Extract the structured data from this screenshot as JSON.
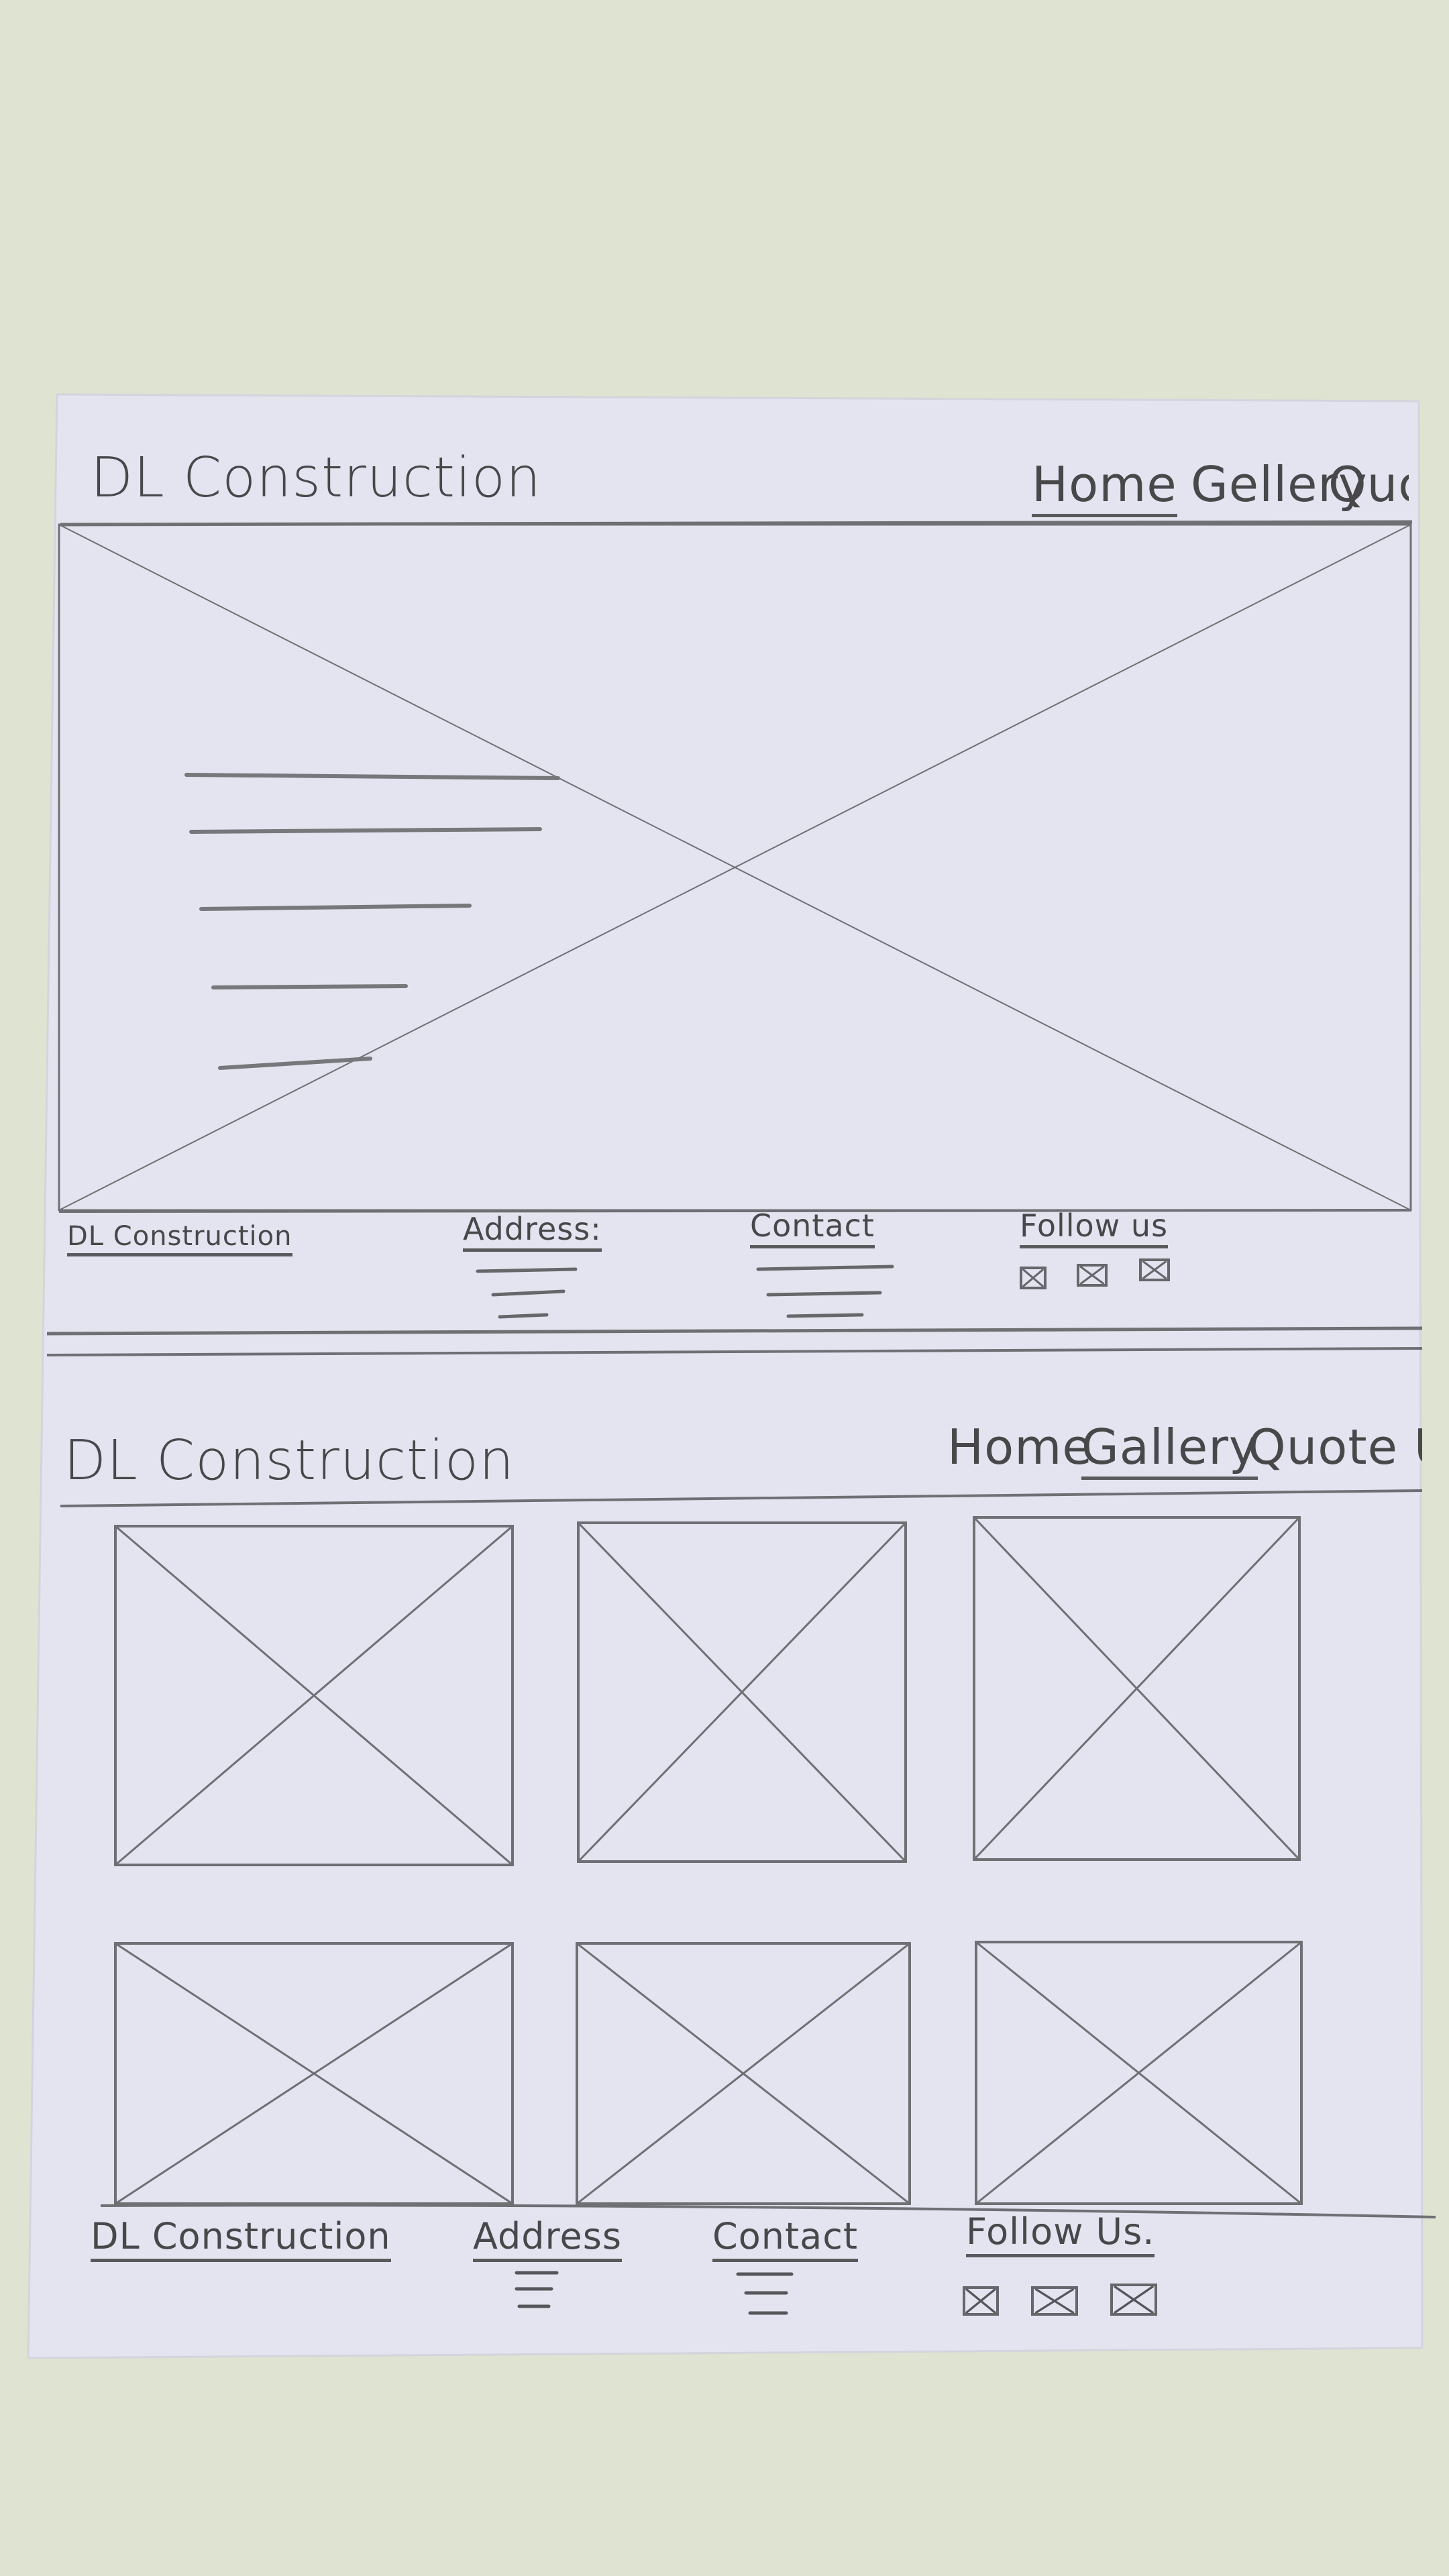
{
  "page1": {
    "header": {
      "brand": "DL Construction",
      "nav": [
        "Home",
        "Gellery",
        "Quot"
      ]
    },
    "footer": {
      "brand": "DL Construction",
      "address_label": "Address:",
      "contact_label": "Contact",
      "follow_label": "Follow us",
      "social_icons": [
        "social-icon",
        "social-icon",
        "social-icon"
      ]
    }
  },
  "page2": {
    "header": {
      "brand": "DL Construction",
      "nav": [
        "Home",
        "Gallery",
        "Quote Us"
      ]
    },
    "footer": {
      "brand": "DL Construction",
      "address_label": "Address",
      "contact_label": "Contact",
      "follow_label": "Follow Us.",
      "social_icons": [
        "social-icon",
        "social-icon",
        "social-icon"
      ]
    }
  }
}
